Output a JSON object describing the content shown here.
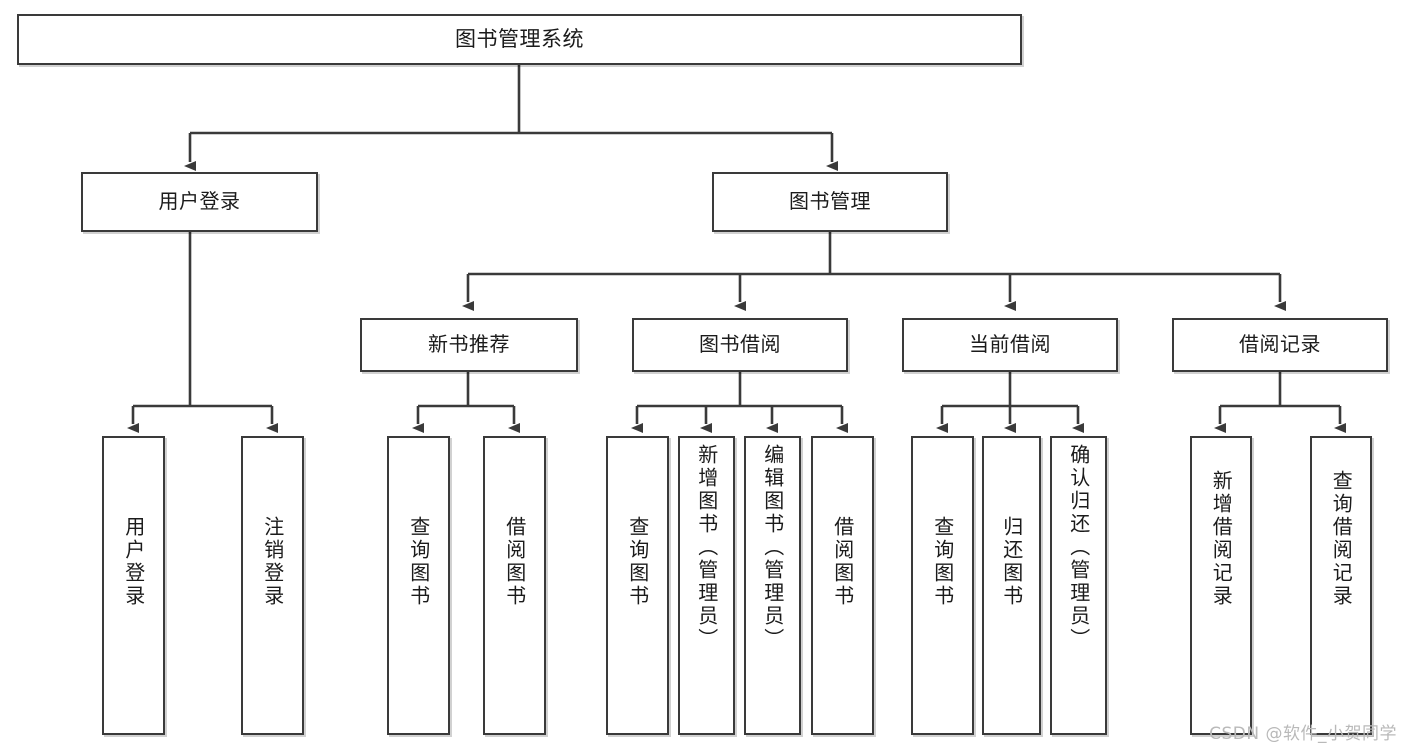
{
  "diagram": {
    "type": "tree-hierarchy",
    "title": "图书管理系统",
    "root": {
      "label": "图书管理系统"
    },
    "level2": [
      {
        "label": "用户登录"
      },
      {
        "label": "图书管理"
      }
    ],
    "level3": [
      {
        "label": "新书推荐"
      },
      {
        "label": "图书借阅"
      },
      {
        "label": "当前借阅"
      },
      {
        "label": "借阅记录"
      }
    ],
    "leaves": {
      "user_login": [
        {
          "label": "用户登录"
        },
        {
          "label": "注销登录"
        }
      ],
      "new_book_recommend": [
        {
          "label": "查询图书"
        },
        {
          "label": "借阅图书"
        }
      ],
      "book_borrow": [
        {
          "label": "查询图书"
        },
        {
          "label": "新增图书（管理员）"
        },
        {
          "label": "编辑图书（管理员）"
        },
        {
          "label": "借阅图书"
        }
      ],
      "current_borrow": [
        {
          "label": "查询图书"
        },
        {
          "label": "归还图书"
        },
        {
          "label": "确认归还（管理员）"
        }
      ],
      "borrow_record": [
        {
          "label": "新增借阅记录"
        },
        {
          "label": "查询借阅记录"
        }
      ]
    }
  },
  "watermark": {
    "text": "CSDN @软件_小贺同学"
  },
  "colors": {
    "stroke": "#3a3a3a",
    "fill": "#ffffff",
    "text": "#1b1b1b",
    "watermark": "#b9b9b9"
  }
}
